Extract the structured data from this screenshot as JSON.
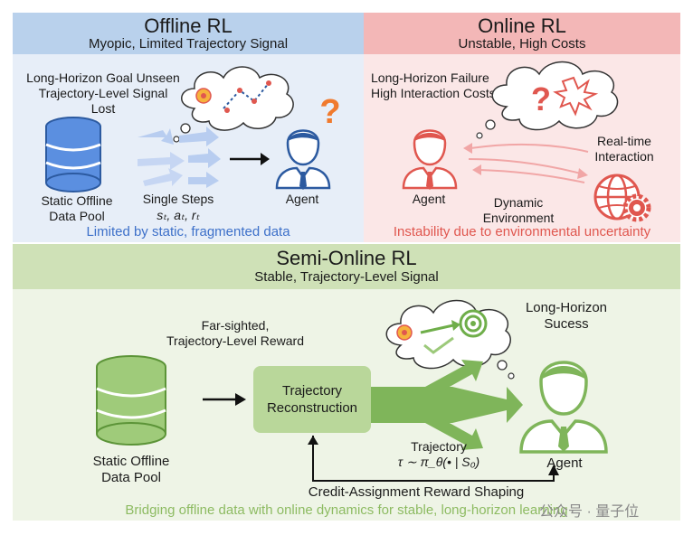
{
  "offline": {
    "title": "Offline RL",
    "subtitle": "Myopic, Limited Trajectory Signal",
    "problem_1": "Long-Horizon Goal Unseen",
    "problem_2": "Trajectory-Level Signal",
    "problem_3": "Lost",
    "pool_1": "Static Offline",
    "pool_2": "Data Pool",
    "steps": "Single Steps",
    "steps_sub": "sₜ, aₜ, rₜ",
    "agent": "Agent",
    "footer": "Limited by static, fragmented data"
  },
  "online": {
    "title": "Online RL",
    "subtitle": "Unstable, High Costs",
    "problem_1": "Long-Horizon Failure",
    "problem_2": "High Interaction Costs",
    "agent": "Agent",
    "interaction_1": "Real-time",
    "interaction_2": "Interaction",
    "env_1": "Dynamic",
    "env_2": "Environment",
    "footer": "Instability due to environmental uncertainty"
  },
  "semi": {
    "title": "Semi-Online RL",
    "subtitle": "Stable, Trajectory-Level Signal",
    "reward_1": "Far-sighted,",
    "reward_2": "Trajectory-Level Reward",
    "success_1": "Long-Horizon",
    "success_2": "Sucess",
    "pool_1": "Static Offline",
    "pool_2": "Data Pool",
    "recon_1": "Trajectory",
    "recon_2": "Reconstruction",
    "traj_1": "Trajectory",
    "traj_2": "τ ∼ π_θ(• | S₀)",
    "agent": "Agent",
    "credit": "Credit-Assignment Reward Shaping",
    "footer": "Bridging offline data with online dynamics for stable, long-horizon learning"
  },
  "watermark": "公众号 · 量子位",
  "colors": {
    "blue": "#3d70c9",
    "red": "#e0574f",
    "green": "#8dbb62",
    "orange": "#f07a2e"
  }
}
